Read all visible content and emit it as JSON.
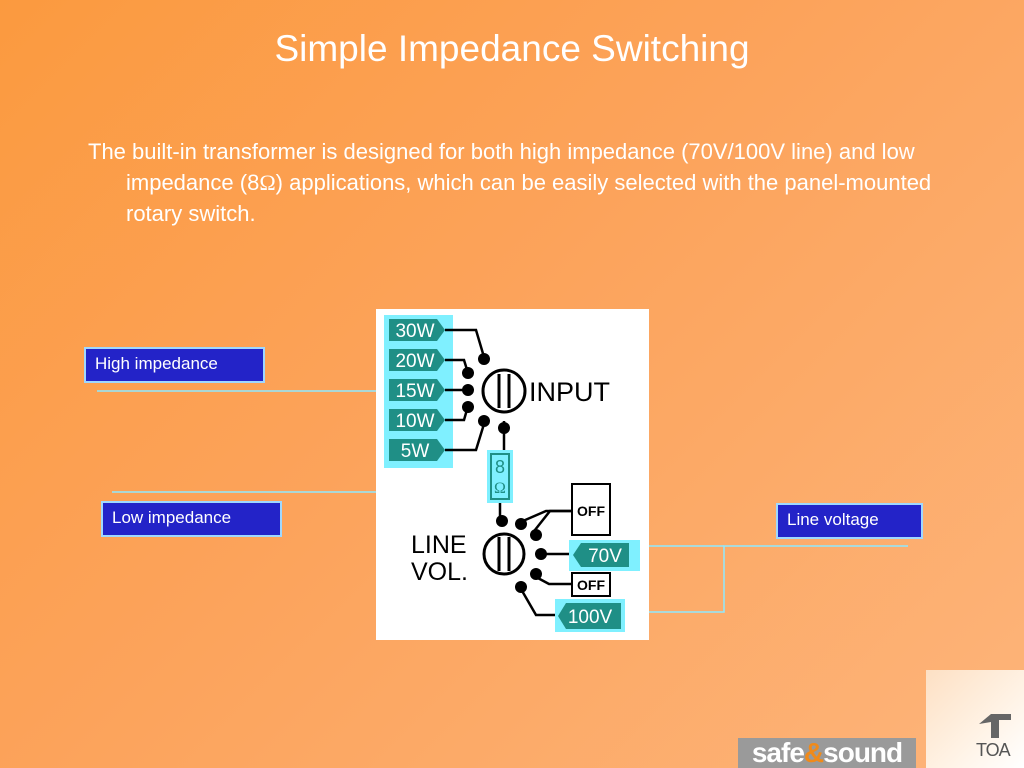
{
  "slide": {
    "title": "Simple Impedance Switching",
    "body": "The built-in transformer is designed for both high impedance (70V/100V line) and low impedance (8",
    "body_omega": "Ω",
    "body_end": ") applications, which can be easily selected with the panel-mounted rotary switch."
  },
  "callouts": {
    "high": "High impedance",
    "low": "Low impedance",
    "line": "Line voltage"
  },
  "diagram": {
    "power_taps": [
      "30W",
      "20W",
      "15W",
      "10W",
      "5W"
    ],
    "input_label": "INPUT",
    "low_tap_value": "8",
    "low_tap_symbol": "Ω",
    "line_label_1": "LINE",
    "line_label_2": "VOL.",
    "off_label": "OFF",
    "line_taps": [
      "70V",
      "100V"
    ]
  },
  "footer": {
    "logo_part1": "safe",
    "logo_amp": "&",
    "logo_part2": "sound",
    "brand": "TOA"
  },
  "colors": {
    "tap_fill": "#1f8f86",
    "highlight": "#7ff0ff",
    "callout_bg": "#2323c8"
  }
}
